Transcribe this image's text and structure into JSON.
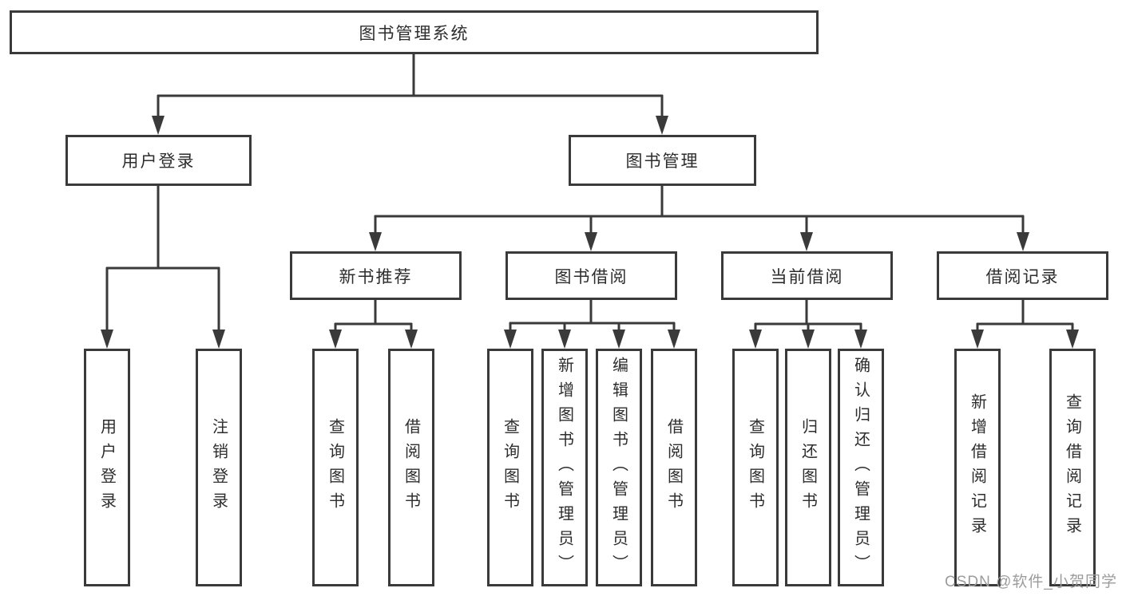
{
  "diagram": {
    "tree": {
      "root": {
        "label": "图书管理系统"
      },
      "branches": [
        {
          "label": "用户登录",
          "children": [
            {
              "label": "用户登录"
            },
            {
              "label": "注销登录"
            }
          ]
        },
        {
          "label": "图书管理",
          "children": [
            {
              "label": "新书推荐",
              "children": [
                {
                  "label": "查询图书"
                },
                {
                  "label": "借阅图书"
                }
              ]
            },
            {
              "label": "图书借阅",
              "children": [
                {
                  "label": "查询图书"
                },
                {
                  "label": "新增图书（管理员）"
                },
                {
                  "label": "编辑图书（管理员）"
                },
                {
                  "label": "借阅图书"
                }
              ]
            },
            {
              "label": "当前借阅",
              "children": [
                {
                  "label": "查询图书"
                },
                {
                  "label": "归还图书"
                },
                {
                  "label": "确认归还（管理员）"
                }
              ]
            },
            {
              "label": "借阅记录",
              "children": [
                {
                  "label": "新增借阅记录"
                },
                {
                  "label": "查询借阅记录"
                }
              ]
            }
          ]
        }
      ]
    }
  },
  "watermark": {
    "text": "CSDN @软件_小贺同学"
  },
  "colors": {
    "line": "#3a3a3a",
    "text": "#2d2d2d",
    "box_bg": "#ffffff",
    "watermark": "#9c9c9c"
  }
}
